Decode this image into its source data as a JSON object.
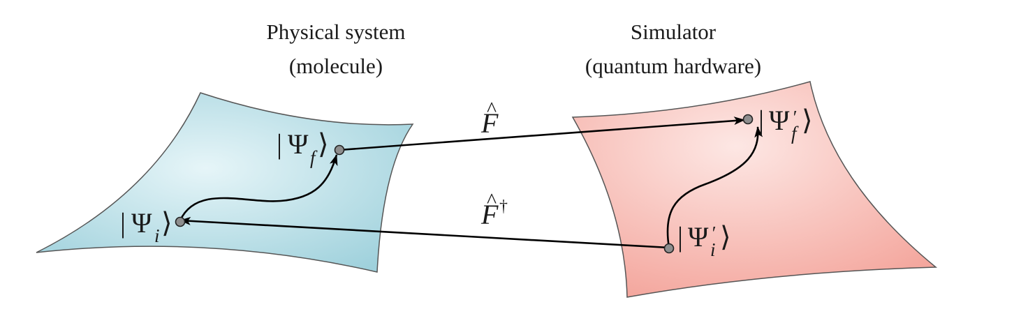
{
  "physical": {
    "title_line1": "Physical system",
    "title_line2": "(molecule)",
    "color_light": "#e6f5f8",
    "color_dark": "#9fd1dc"
  },
  "simulator": {
    "title_line1": "Simulator",
    "title_line2": "(quantum hardware)",
    "color_light": "#fde7e4",
    "color_dark": "#f4a79e"
  },
  "states": {
    "psi_f": {
      "symbol": "Ψ",
      "sub": "f",
      "prime": ""
    },
    "psi_i": {
      "symbol": "Ψ",
      "sub": "i",
      "prime": ""
    },
    "psi_f_prime": {
      "symbol": "Ψ",
      "sub": "f",
      "prime": "′"
    },
    "psi_i_prime": {
      "symbol": "Ψ",
      "sub": "i",
      "prime": "′"
    }
  },
  "maps": {
    "forward": {
      "symbol": "F",
      "hat": "^",
      "superscript": ""
    },
    "inverse": {
      "symbol": "F",
      "hat": "^",
      "superscript": "†"
    }
  }
}
